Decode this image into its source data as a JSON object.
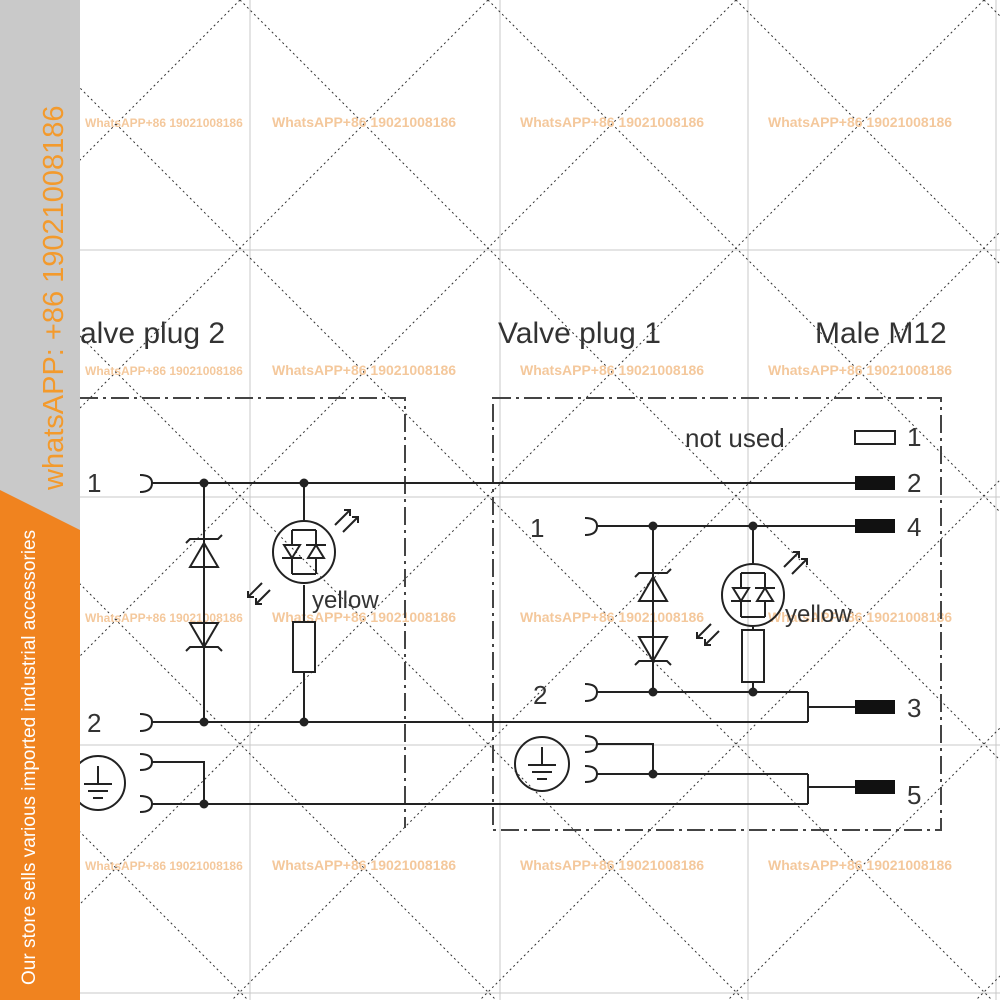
{
  "sidebar": {
    "phone_text": "whatsAPP: +86 19021008186",
    "store_text": "Our store sells various imported industrial accessories",
    "gray_color": "#c9c9c9",
    "orange_color": "#f0831f"
  },
  "diagram": {
    "headers": {
      "valve_plug_2": "alve plug 2",
      "valve_plug_1": "Valve plug 1",
      "male_m12": "Male M12"
    },
    "not_used": "not used",
    "led_color_label": "yellow",
    "plug2_pins": {
      "p1": "1",
      "p2": "2"
    },
    "plug1_pins": {
      "p1": "1",
      "p2": "2"
    },
    "m12_pins": {
      "p1": "1",
      "p2": "2",
      "p4": "4",
      "p3": "3",
      "p5": "5"
    }
  },
  "watermark": {
    "text": "WhatsAPP+86 19021008186",
    "text_small": "WhatsAPP+86 19021008186",
    "color": "#f4c89c"
  }
}
